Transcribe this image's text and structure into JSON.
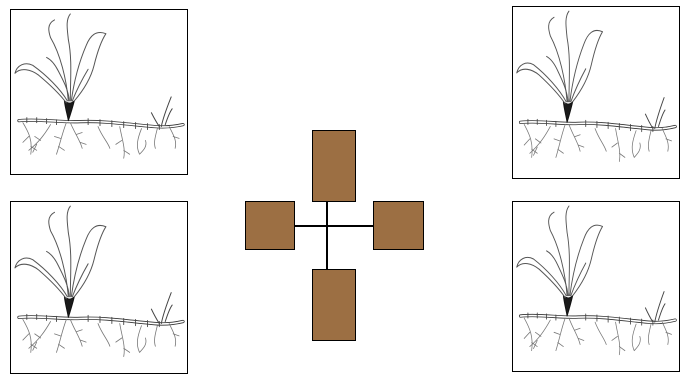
{
  "diagram": {
    "block_color": "#9c6f43",
    "line_color": "#000000",
    "icon": "rhizome-grass-plant-illustration",
    "panels": [
      {
        "id": "top-left",
        "icon": "plant-icon"
      },
      {
        "id": "bottom-left",
        "icon": "plant-icon"
      },
      {
        "id": "top-right",
        "icon": "plant-icon"
      },
      {
        "id": "bottom-right",
        "icon": "plant-icon"
      }
    ],
    "blocks": [
      "top",
      "right",
      "bottom",
      "left"
    ]
  }
}
